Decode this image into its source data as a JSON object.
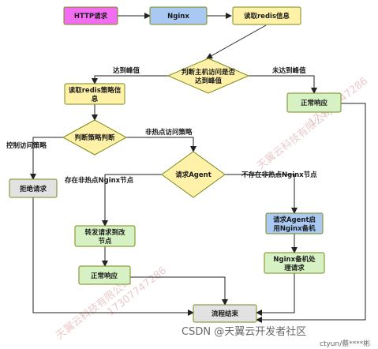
{
  "colors": {
    "pink": "#f26df2",
    "blue": "#a9c9f2",
    "yellow": "#fff2a8",
    "gray": "#e2e2e2",
    "green": "#d6f2c4",
    "border": "#7a8a1a",
    "line": "#222222"
  },
  "nodes": {
    "http": "HTTP请求",
    "nginx": "Nginx",
    "readRedis": "读取redis信息",
    "judgeThreshold_1": "判断主机访问是否",
    "judgeThreshold_2": "达到峰值",
    "readPolicy_1": "读取redis策略信",
    "readPolicy_2": "息",
    "normal1": "正常响应",
    "judgePolicy": "判断策略判断",
    "reject": "拒绝请求",
    "requestAgent": "请求Agent",
    "forward_1": "转发请求到改",
    "forward_2": "节点",
    "normal2": "正常响应",
    "agentEnable_1": "请求Agent启",
    "agentEnable_2": "用Nginx备机",
    "backupHandle_1": "Nginx备机处",
    "backupHandle_2": "理请求",
    "end": "流程结束"
  },
  "edges": {
    "reached": "达到峰值",
    "notReached": "未达到峰值",
    "control": "控制访问策略",
    "nonHotspot": "非热点访问策略",
    "exists": "存在非热点Nginx节点",
    "notExists": "不存在非热点Nginx节点"
  },
  "watermarks": {
    "w1": "天翼云科技有限公司",
    "w2": "17307747286",
    "w3": "天翼云科技有限公司",
    "w4": "17307747286"
  },
  "footer": {
    "csdn": "CSDN @天翼云开发者社区",
    "user": "ctyun/蔡****彬"
  }
}
